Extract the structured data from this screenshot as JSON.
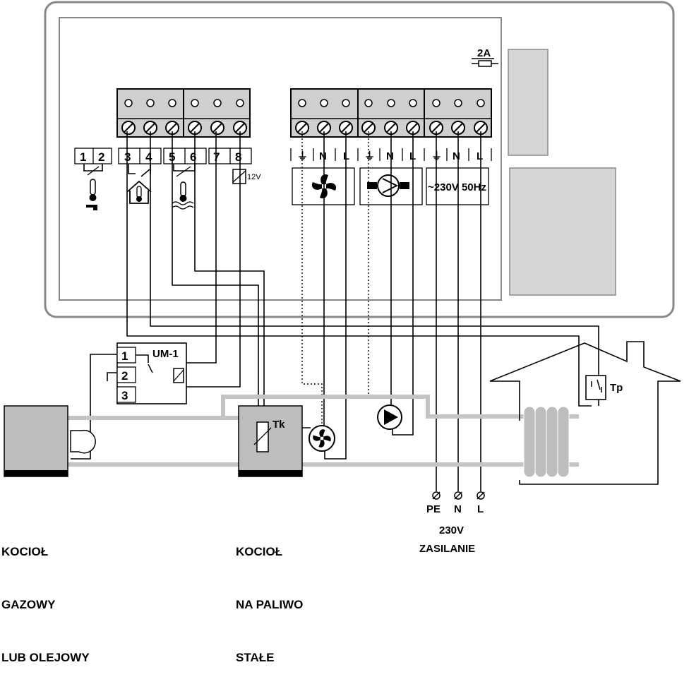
{
  "terminals_left": [
    "1",
    "2",
    "3",
    "4",
    "5",
    "6",
    "7",
    "8"
  ],
  "relay_voltage": "12V",
  "fuse_rating": "2A",
  "terminals_right": [
    {
      "pe": "⏚",
      "n": "N",
      "l": "L"
    },
    {
      "pe": "⏚",
      "n": "N",
      "l": "L"
    },
    {
      "pe": "⏚",
      "n": "N",
      "l": "L"
    }
  ],
  "supply_box_text": "~230V 50Hz",
  "module": {
    "name": "UM-1",
    "terminals": [
      "1",
      "2",
      "3"
    ]
  },
  "boiler_sensor_label": "Tk",
  "room_thermostat_label": "Tp",
  "mains_terminals": [
    "PE",
    "N",
    "L"
  ],
  "mains_voltage": "230V",
  "mains_caption": "ZASILANIE",
  "captions": {
    "gas_boiler": [
      "KOCIOŁ",
      "GAZOWY",
      "LUB OLEJOWY"
    ],
    "solid_boiler": [
      "KOCIOŁ",
      "NA PALIWO",
      "STAŁE"
    ]
  },
  "colors": {
    "panel_fill": "#d6d6d6",
    "pipe": "#c4c4c4",
    "boiler": "#bdbdbd",
    "line": "#000000"
  },
  "icons": [
    "thermometer-tap-icon",
    "house-thermometer-icon",
    "thermometer-water-icon",
    "relay-coil-icon",
    "fan-icon",
    "pump-icon",
    "fuse-icon",
    "radiator-icon"
  ]
}
